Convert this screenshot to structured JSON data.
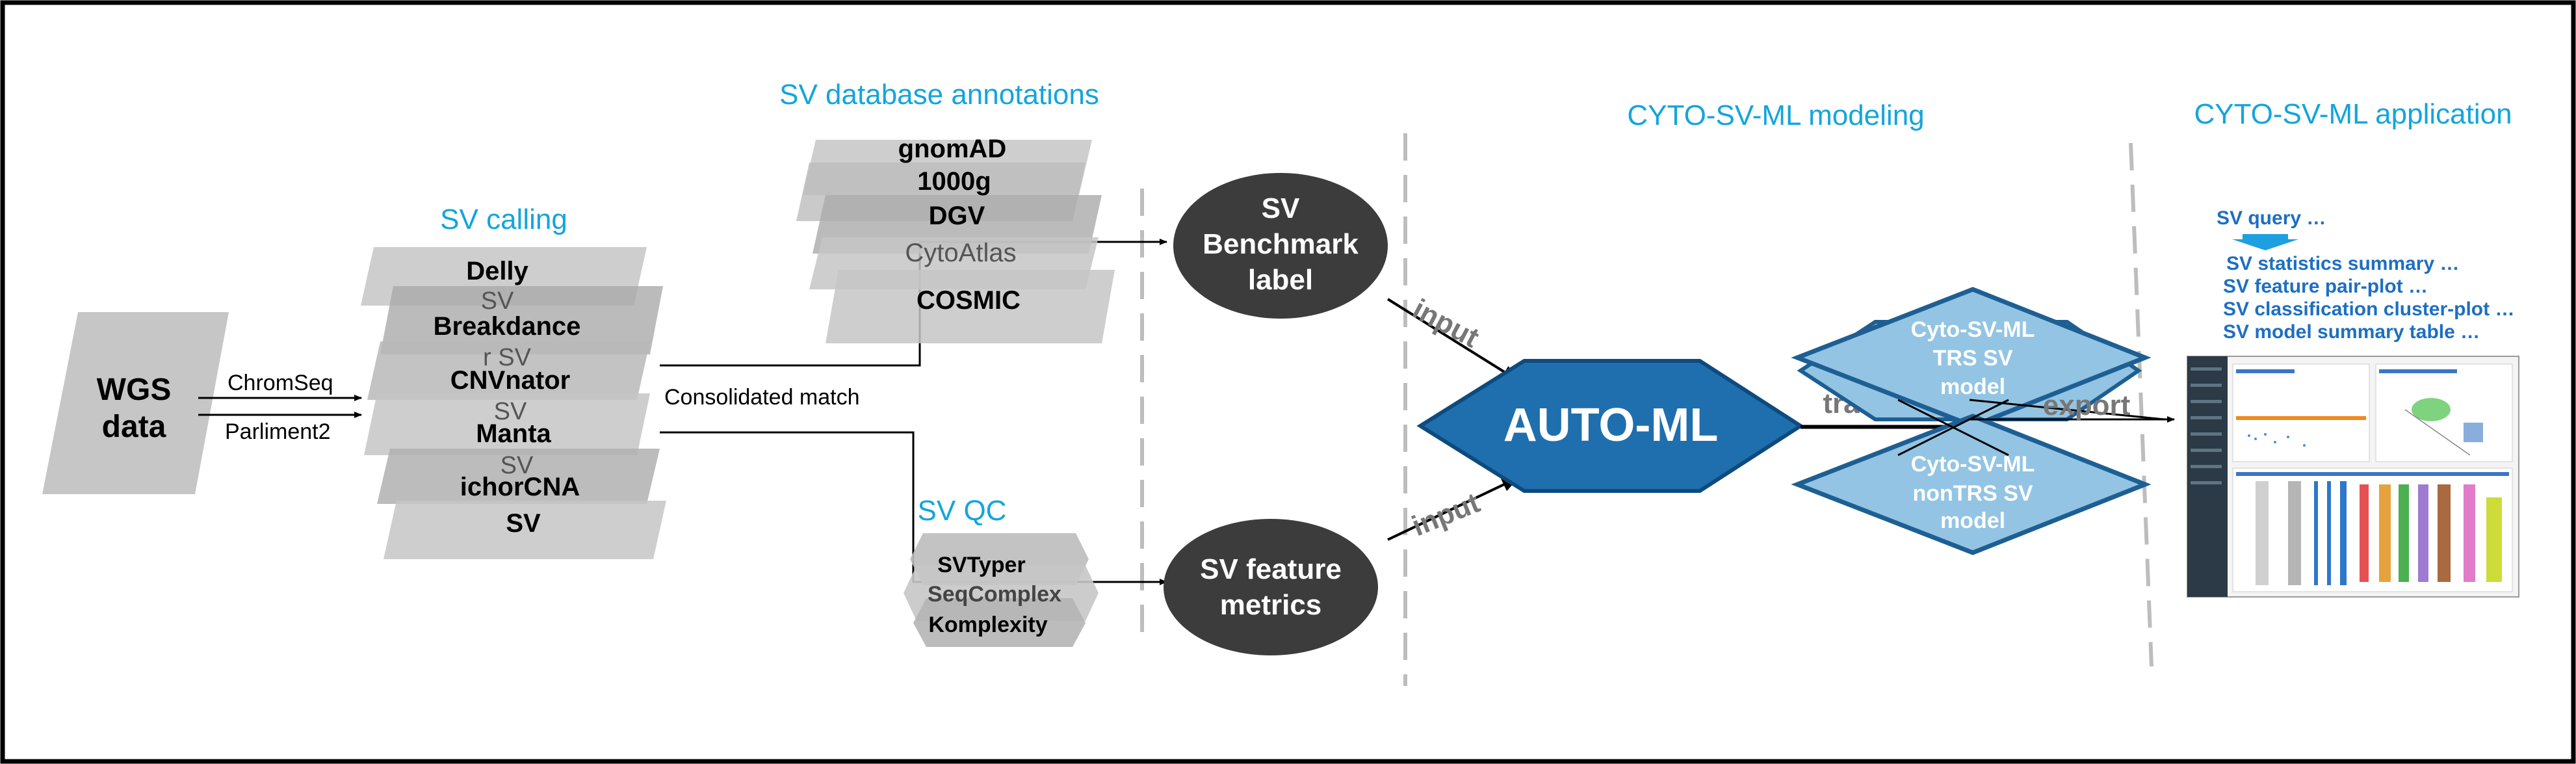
{
  "sections": {
    "sv_calling": "SV calling",
    "db_annotations": "SV database annotations",
    "sv_qc": "SV QC",
    "modeling": "CYTO-SV-ML modeling",
    "application": "CYTO-SV-ML application"
  },
  "wgs": {
    "line1": "WGS",
    "line2": "data"
  },
  "edges": {
    "chromseq": "ChromSeq",
    "parliment2": "Parliment2",
    "consolidated": "Consolidated match",
    "input_top": "input",
    "input_bottom": "input",
    "training": "training",
    "export": "export"
  },
  "callers": {
    "delly": "Delly",
    "sv1": "SV",
    "breakdance": "Breakdance",
    "rsv": "r SV",
    "cnvnator": "CNVnator",
    "sv2": "SV",
    "manta": "Manta",
    "sv3": "SV",
    "ichorcna": "ichorCNA",
    "sv4": "SV"
  },
  "databases": {
    "gnomad": "gnomAD",
    "g1000": "1000g",
    "dgv": "DGV",
    "cytoatlas": "CytoAtlas",
    "cosmic": "COSMIC"
  },
  "qc_tools": {
    "svtyper": "SVTyper",
    "seqcomplex": "SeqComplex",
    "komplexity": "Komplexity"
  },
  "nodes": {
    "benchmark": {
      "l1": "SV",
      "l2": "Benchmark",
      "l3": "label"
    },
    "feature": {
      "l1": "SV feature",
      "l2": "metrics"
    },
    "automl": "AUTO-ML",
    "trs_model": {
      "l1": "Cyto-SV-ML",
      "l2": "TRS  SV",
      "l3": "model"
    },
    "nontrs_model": {
      "l1": "Cyto-SV-ML",
      "l2": "nonTRS  SV",
      "l3": "model"
    }
  },
  "app_list": {
    "query": "SV query …",
    "stats": "SV statistics summary …",
    "pairplot": "SV feature pair-plot …",
    "cluster": "SV classification cluster-plot …",
    "table": "SV model summary table …"
  },
  "colors": {
    "section_title": "#13a5dc",
    "dark_node": "#3c3c3c",
    "automl_fill": "#1f6fae",
    "model_fill": "#93c4e3",
    "model_stroke": "#1e5f93",
    "gray_card": "#c6c6c6",
    "link_blue": "#1d6fc2"
  }
}
